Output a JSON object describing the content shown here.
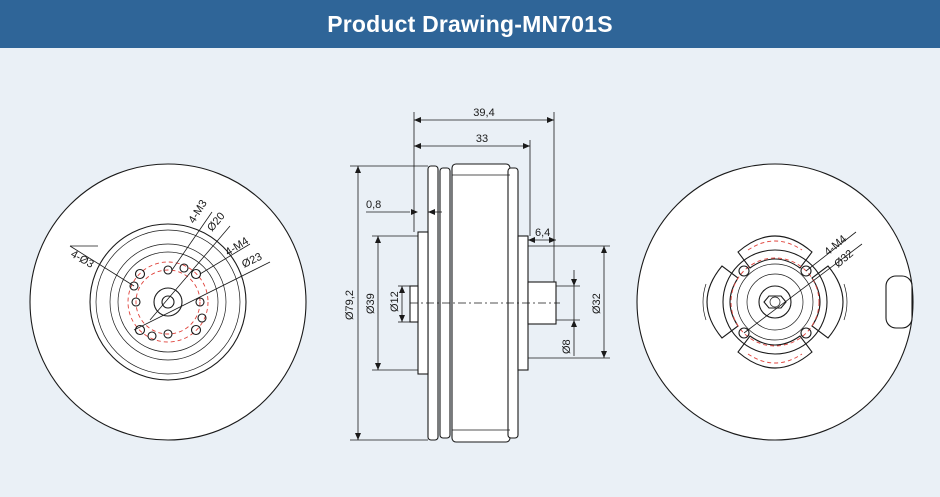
{
  "header": {
    "title": "Product Drawing-MN701S"
  },
  "colors": {
    "header_bg": "#2f6598",
    "page_bg": "#eaf0f6",
    "line": "#1a1a1a",
    "accent_red": "#e0433c"
  },
  "left_view": {
    "labels": {
      "holes_small": "4-Ø3",
      "m3": "4-M3",
      "d20": "Ø20",
      "m4": "4-M4",
      "d23": "Ø23"
    }
  },
  "side_view": {
    "labels": {
      "w394": "39,4",
      "w33": "33",
      "t08": "0,8",
      "t64": "6,4",
      "d792": "Ø79,2",
      "d39": "Ø39",
      "d12": "Ø12",
      "d32": "Ø32",
      "d8": "Ø8"
    }
  },
  "right_view": {
    "labels": {
      "m4": "4-M4",
      "d32": "Ø32"
    }
  }
}
